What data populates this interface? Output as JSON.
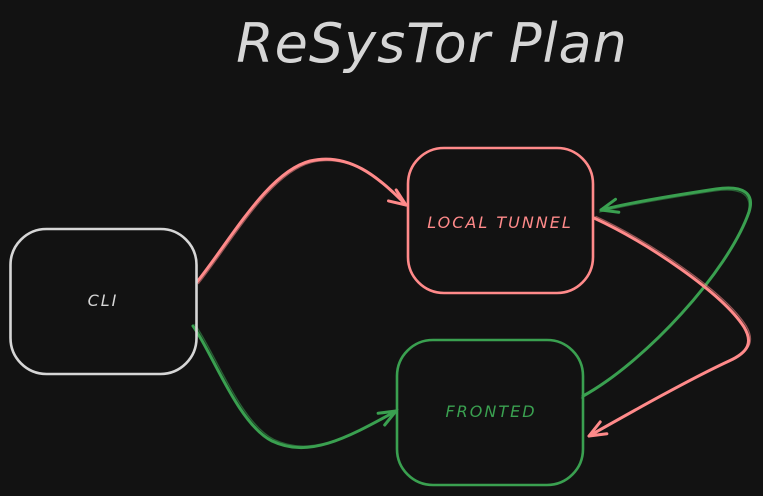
{
  "title": "ReSysTor Plan",
  "colors": {
    "background": "#121212",
    "white": "#d6d6d6",
    "red": "#ff8a8a",
    "green": "#3aa050"
  },
  "nodes": [
    {
      "id": "cli",
      "label": "CLI",
      "color": "#d6d6d6"
    },
    {
      "id": "local-tunnel",
      "label": "LOCAL TUNNEL",
      "color": "#ff8a8a"
    },
    {
      "id": "fronted",
      "label": "FRONTED",
      "color": "#3aa050"
    }
  ],
  "edges": [
    {
      "id": "cli-to-local-tunnel",
      "from": "CLI",
      "to": "LOCAL TUNNEL",
      "color": "#ff8a8a"
    },
    {
      "id": "cli-to-fronted",
      "from": "CLI",
      "to": "FRONTED",
      "color": "#3aa050"
    },
    {
      "id": "fronted-to-local-tunnel",
      "from": "FRONTED",
      "to": "LOCAL TUNNEL",
      "color": "#3aa050"
    },
    {
      "id": "local-tunnel-to-fronted",
      "from": "LOCAL TUNNEL",
      "to": "FRONTED",
      "color": "#ff8a8a"
    }
  ]
}
